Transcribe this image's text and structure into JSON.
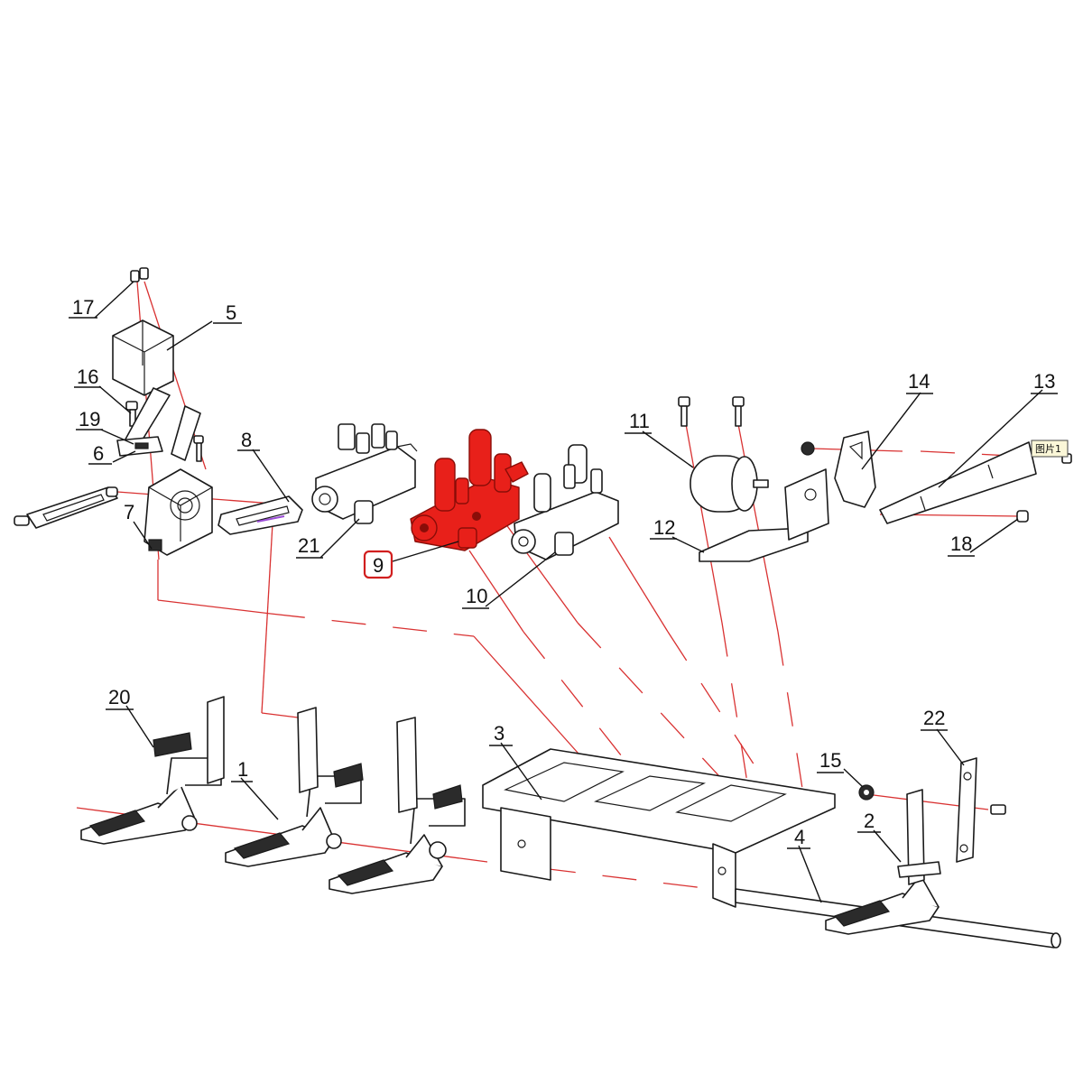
{
  "callouts": {
    "c1": "1",
    "c2": "2",
    "c3": "3",
    "c4": "4",
    "c5": "5",
    "c6": "6",
    "c7": "7",
    "c8": "8",
    "c9": "9",
    "c10": "10",
    "c11": "11",
    "c12": "12",
    "c13": "13",
    "c14": "14",
    "c15": "15",
    "c16": "16",
    "c17": "17",
    "c18": "18",
    "c19": "19",
    "c20": "20",
    "c21": "21",
    "c22": "22"
  },
  "highlighted_part": "9",
  "image_tag": "图片1",
  "colors": {
    "highlight": "#e8201a",
    "axis_lines": "#d93232",
    "outline": "#1a1a1a"
  }
}
